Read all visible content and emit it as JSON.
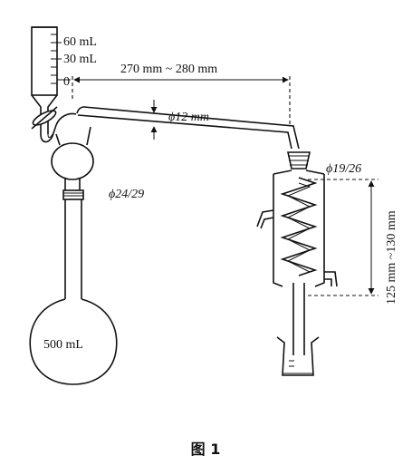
{
  "labels": {
    "funnel_60": "60 mL",
    "funnel_30": "30 mL",
    "funnel_0": "0",
    "tube_length": "270 mm ~ 280 mm",
    "tube_diameter": "ϕ12 mm",
    "joint_flask": "ϕ24/29",
    "joint_condenser": "ϕ19/26",
    "condenser_height": "125 mm ~130 mm",
    "flask_volume": "500 mL",
    "caption": "图 1"
  }
}
